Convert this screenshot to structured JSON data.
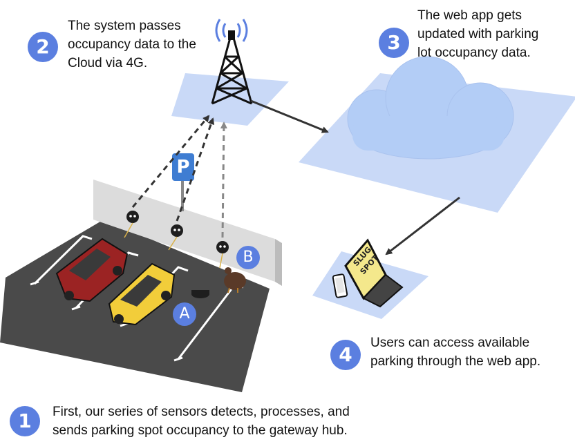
{
  "steps": [
    {
      "number": "1",
      "lines": [
        "First, our series of sensors detects, processes, and",
        "sends parking spot occupancy to the gateway hub."
      ]
    },
    {
      "number": "2",
      "lines": [
        "The system passes",
        "occupancy data to the",
        "Cloud via 4G."
      ]
    },
    {
      "number": "3",
      "lines": [
        "The web app gets",
        "updated with parking",
        "lot occupancy data."
      ]
    },
    {
      "number": "4",
      "lines": [
        "Users can access available",
        "parking through the web app."
      ]
    }
  ],
  "markers": {
    "a": "A",
    "b": "B"
  },
  "parking_sign": "P",
  "laptop_screen_text": "SLUG SPOT",
  "colors": {
    "accent": "#5b7fe0",
    "platform": "#c9d9f7",
    "cloud": "#b3cdf6",
    "asphalt": "#4a4a4a",
    "wall": "#dcdcdc",
    "red_car": "#9b2323",
    "yellow_car": "#f2cd3a",
    "laptop_screen": "#f4e88c"
  },
  "icons": [
    "cell-tower-icon",
    "cloud-icon",
    "parking-sign-icon",
    "sensor-icon",
    "laptop-icon",
    "phone-icon",
    "turkey-icon",
    "gateway-hub-icon",
    "car-icon"
  ]
}
